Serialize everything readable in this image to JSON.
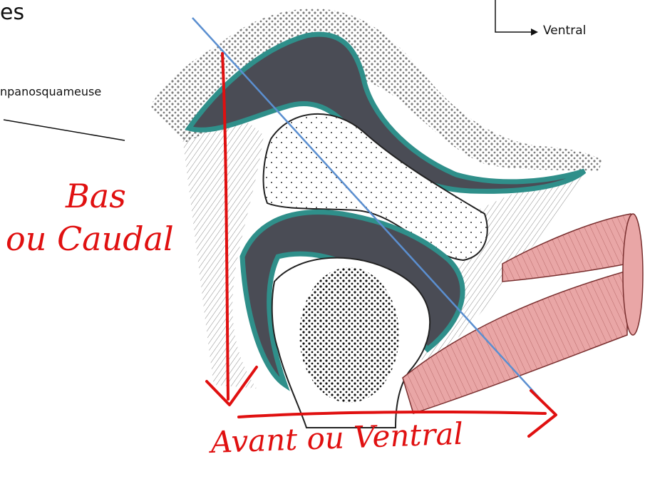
{
  "labels": {
    "title_fragment": "es",
    "tympanosquameuse": "npanosquameuse",
    "ventral": "Ventral"
  },
  "handwriting": {
    "bas": "Bas",
    "caudal": "ou Caudal",
    "avant": "Avant ou Ventral"
  },
  "colors": {
    "annotation_red": "#e01010",
    "guide_blue": "#5b8fd0",
    "disc_teal": "#2f8f8a",
    "joint_dark": "#4a4c55",
    "muscle_pink": "#e9a6a6"
  }
}
